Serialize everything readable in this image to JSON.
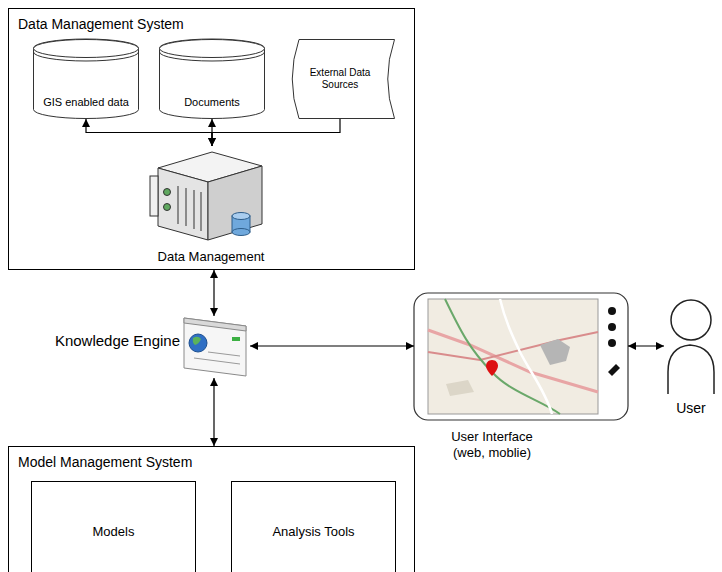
{
  "diagram": {
    "nodes": [
      {
        "text": [
          "Data Management System"
        ]
      },
      {
        "text": [
          "GIS enabled data"
        ],
        "in": 0
      },
      {
        "text": [
          "Documents"
        ],
        "in": 0
      },
      {
        "text": [
          "External Data Sources"
        ],
        "in": 0
      },
      {
        "text": [
          "Data Management"
        ],
        "in": 0
      },
      {
        "text": [
          "Knowledge Engine"
        ]
      },
      {
        "text": [
          "User Interface (web, moblie)"
        ]
      },
      {
        "text": [
          "User"
        ]
      },
      {
        "text": [
          "Model Management System"
        ]
      },
      {
        "text": [
          "Models"
        ],
        "in": 8
      },
      {
        "text": [
          "Analysis Tools"
        ],
        "in": 8
      }
    ],
    "edges": [
      {
        "from": 4,
        "to": 1,
        "arrow": "to"
      },
      {
        "from": 4,
        "to": 2,
        "arrow": "both"
      },
      {
        "from": 3,
        "to": 4,
        "arrow": "to"
      },
      {
        "from": 0,
        "to": 5,
        "arrow": "both"
      },
      {
        "from": 5,
        "to": 8,
        "arrow": "both"
      },
      {
        "from": 5,
        "to": 6,
        "arrow": "both"
      },
      {
        "from": 6,
        "to": 7,
        "arrow": "both"
      }
    ]
  }
}
